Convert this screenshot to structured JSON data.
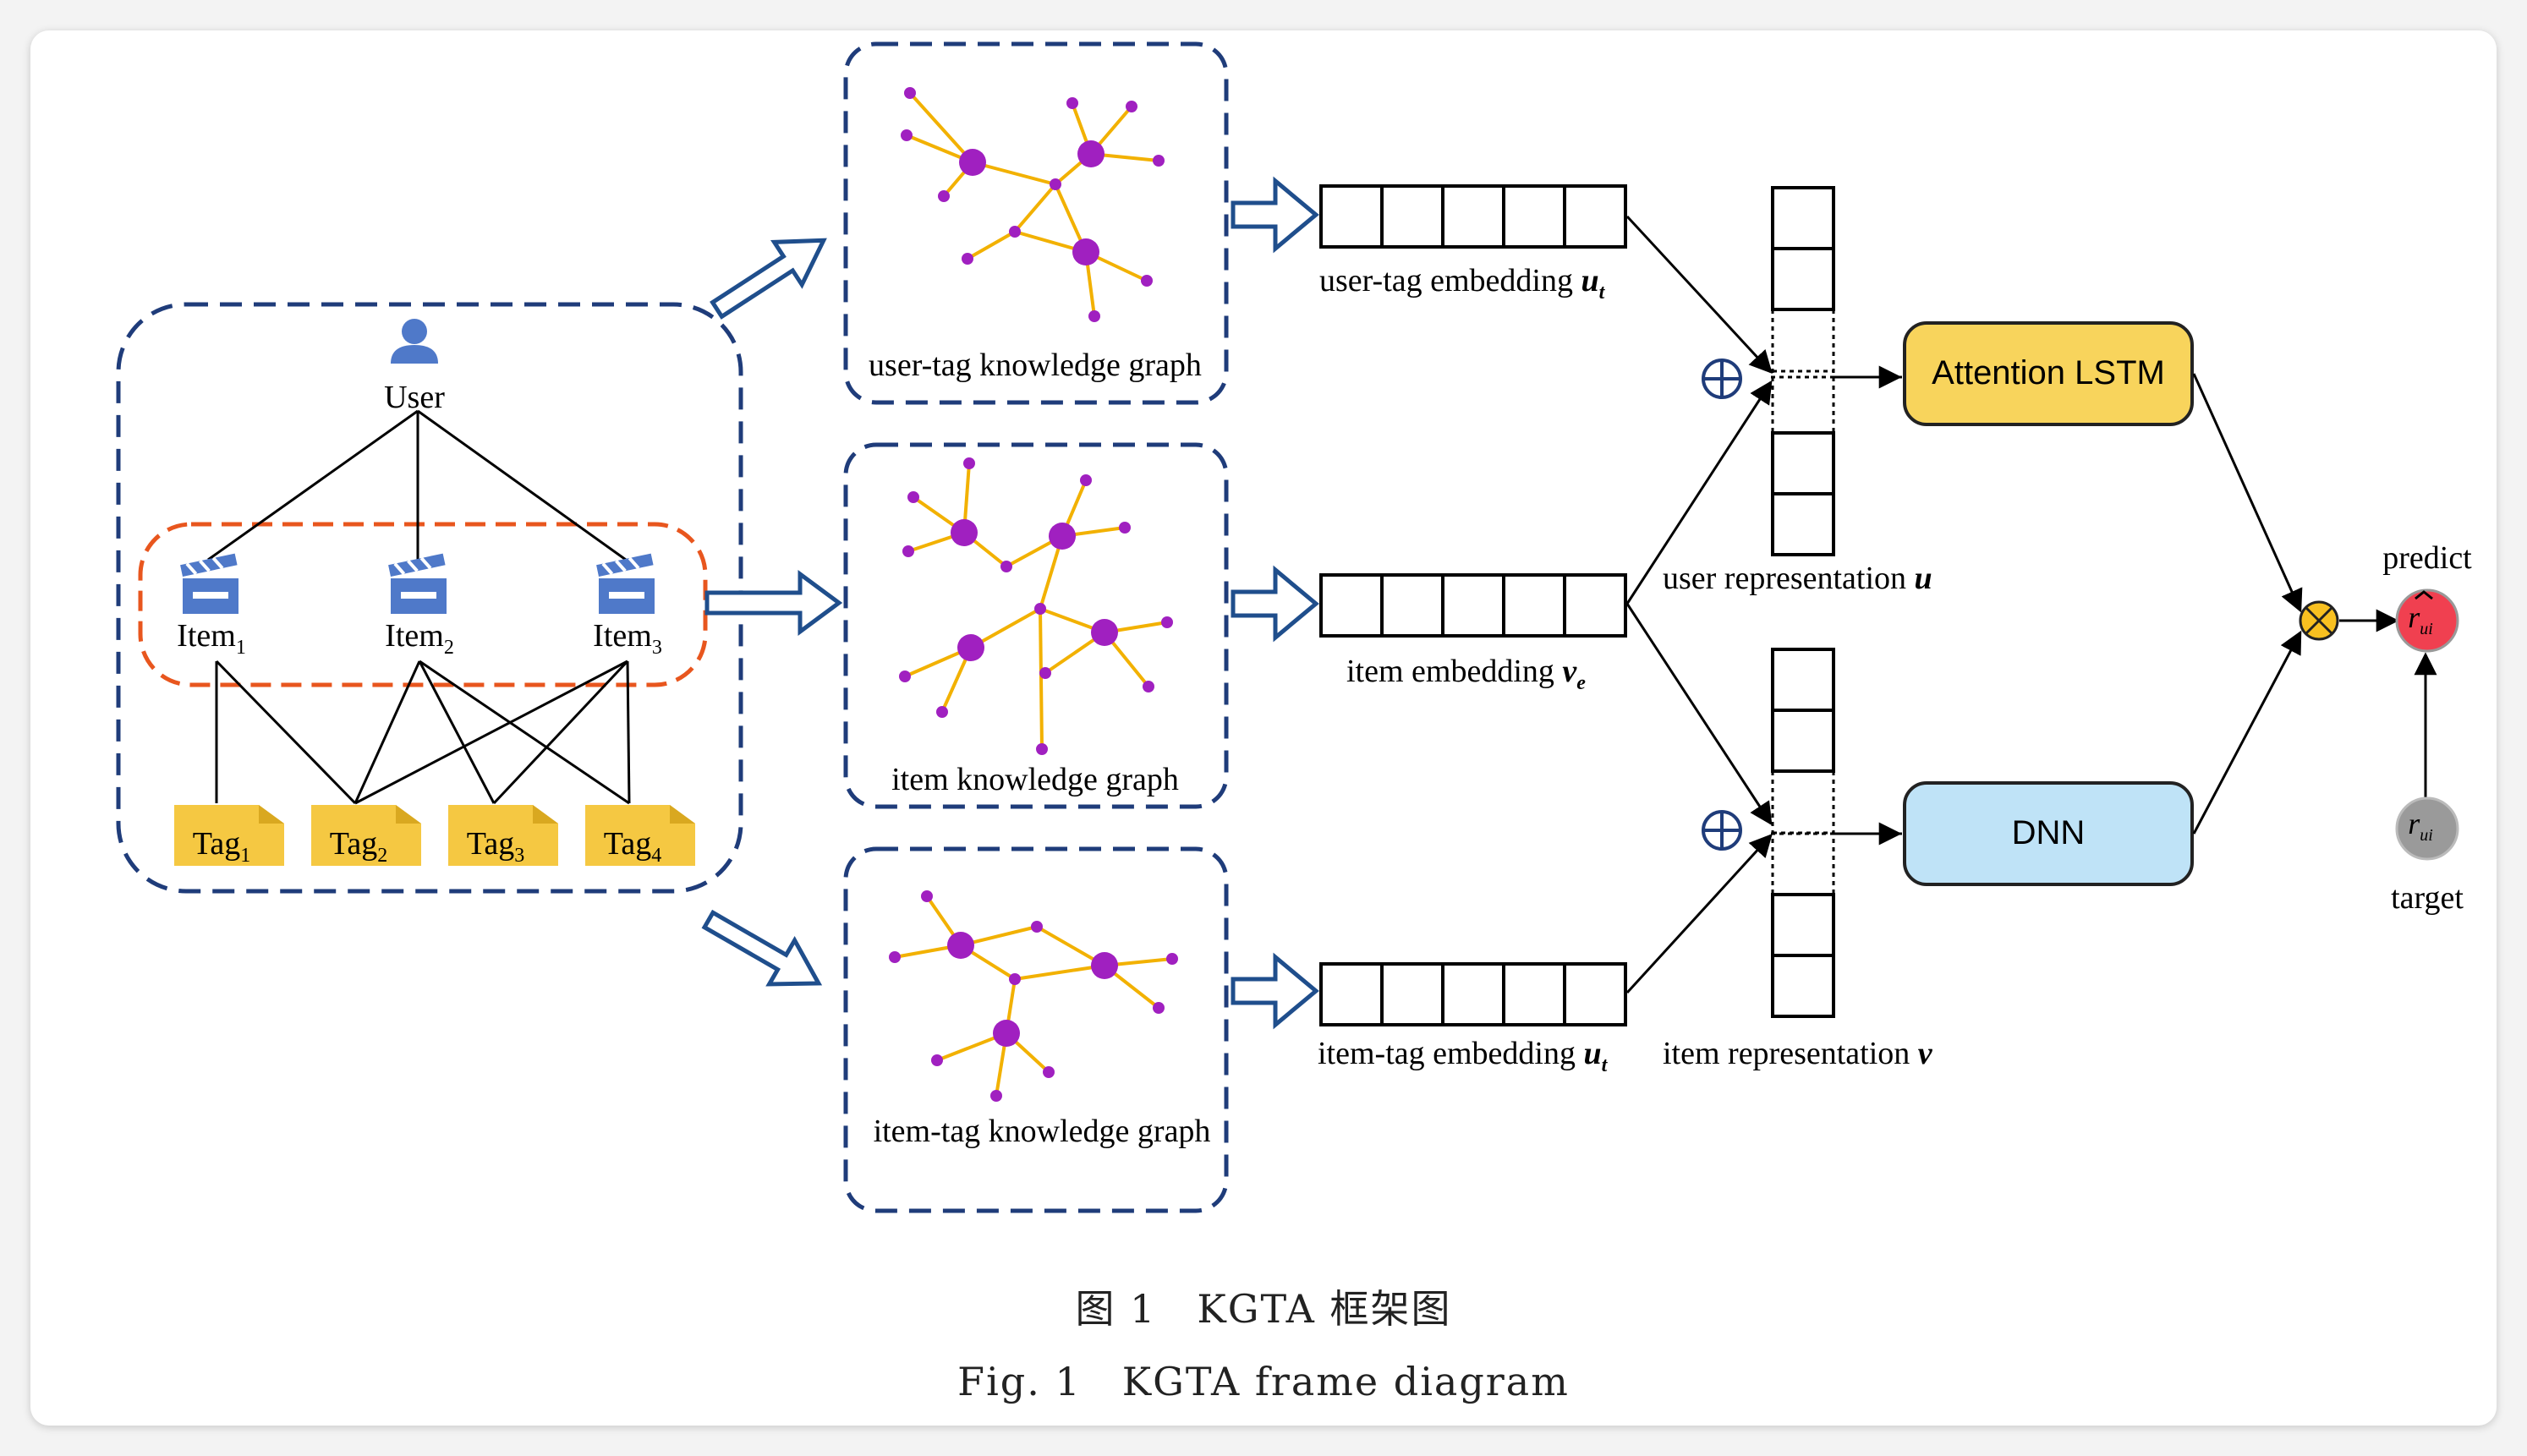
{
  "colors": {
    "dash_box": "#1f3c7a",
    "items_box": "#e8561e",
    "arrow": "#1f4e8c",
    "tag_fill": "#f5c842",
    "node": "#a020c0",
    "edge": "#f2b100",
    "attention_fill": "#f8d45c",
    "dnn_fill": "#bfe3f7",
    "predict_fill": "#f04050",
    "target_fill": "#9a9a9a",
    "multiply_fill": "#f8c020",
    "icon": "#4f79c9"
  },
  "icons": {
    "user": "person-icon",
    "item": "clapperboard-icon",
    "plus": "circled-plus-icon",
    "times": "circled-times-icon"
  },
  "hierarchy": {
    "user_label": "User",
    "items": [
      {
        "name": "Item",
        "sub": "1"
      },
      {
        "name": "Item",
        "sub": "2"
      },
      {
        "name": "Item",
        "sub": "3"
      }
    ],
    "tags": [
      {
        "name": "Tag",
        "sub": "1"
      },
      {
        "name": "Tag",
        "sub": "2"
      },
      {
        "name": "Tag",
        "sub": "3"
      },
      {
        "name": "Tag",
        "sub": "4"
      }
    ]
  },
  "graphs": {
    "user_tag": "user-tag knowledge graph",
    "item": "item knowledge graph",
    "item_tag": "item-tag knowledge graph"
  },
  "embeddings": {
    "user_tag": {
      "text": "user-tag embedding ",
      "sym": "u",
      "sub": "t"
    },
    "item": {
      "text": "item embedding ",
      "sym": "v",
      "sub": "e"
    },
    "item_tag": {
      "text": "item-tag embedding ",
      "sym": "u",
      "sub": "t"
    }
  },
  "representations": {
    "user": {
      "text": "user representation ",
      "sym": "u"
    },
    "item": {
      "text": "item representation ",
      "sym": "v"
    }
  },
  "modules": {
    "attention": "Attention LSTM",
    "dnn": "DNN"
  },
  "outputs": {
    "predict": "predict",
    "target": "target",
    "r_symbol": "r",
    "r_sub": "ui"
  },
  "caption": {
    "zh": "图 1　KGTA 框架图",
    "en": "Fig. 1　KGTA frame diagram"
  }
}
